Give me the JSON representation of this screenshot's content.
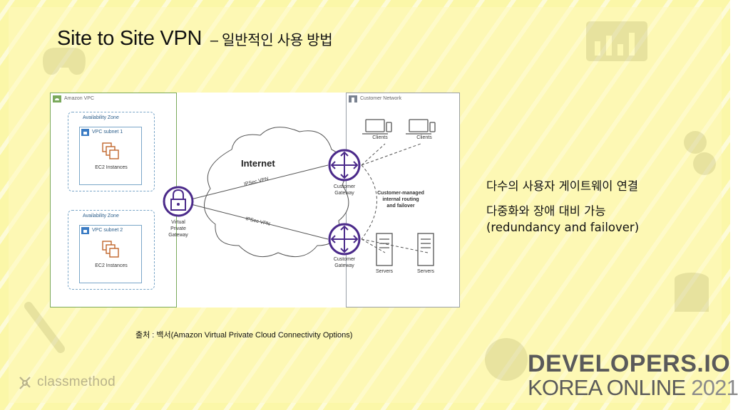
{
  "slide": {
    "title": "Site to Site VPN",
    "title_sub": "– 일반적인 사용 방법",
    "caption": "출처 : 백서(Amazon Virtual Private Cloud Connectivity Options)",
    "bullets": [
      "다수의 사용자 게이트웨이 연결",
      "다중화와 장애 대비 가능",
      "(redundancy and failover)"
    ]
  },
  "diagram": {
    "amazon_vpc": "Amazon VPC",
    "customer_network": "Customer Network",
    "az1": "Availability Zone",
    "az2": "Availability Zone",
    "subnet1": "VPC subnet 1",
    "subnet2": "VPC subnet 2",
    "ec2_1": "EC2 Instances",
    "ec2_2": "EC2 Instances",
    "internet": "Internet",
    "ipsec1": "IPSec VPN",
    "ipsec2": "IPSec VPN",
    "vgw": [
      "Virtual",
      "Private",
      "Gateway"
    ],
    "cgw1": [
      "Customer",
      "Gateway"
    ],
    "cgw2": [
      "Customer",
      "Gateway"
    ],
    "routing": [
      "Customer-managed",
      "internal routing",
      "and failover"
    ],
    "clients1": "Clients",
    "clients2": "Clients",
    "servers1": "Servers",
    "servers2": "Servers"
  },
  "branding": {
    "classmethod": "classmethod",
    "developersio": "DEVELOPERS.IO",
    "korea_online": "KOREA ONLINE",
    "year": "2021"
  },
  "colors": {
    "background": "#fbf7a8",
    "vpc_border": "#7aa95c",
    "gateway_purple": "#4b2a8a"
  }
}
